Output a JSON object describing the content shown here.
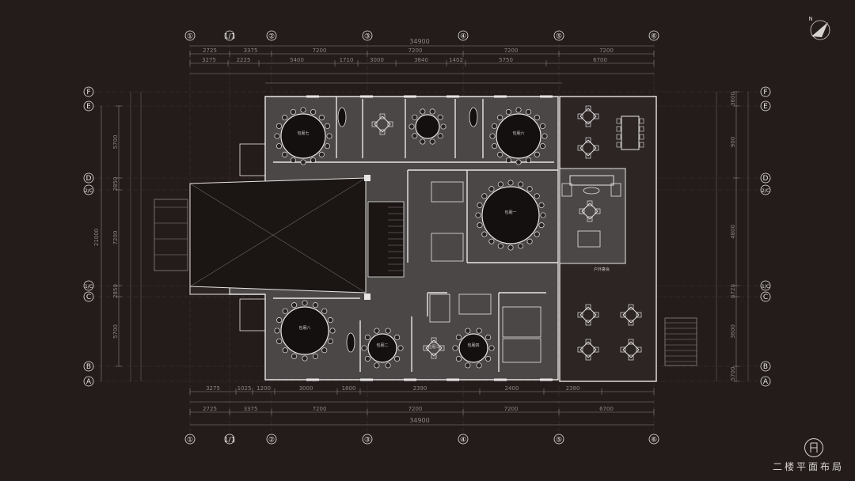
{
  "overall_dimension": "34900",
  "column_labels": [
    "①",
    "1/1",
    "②",
    "③",
    "④",
    "⑤",
    "⑥"
  ],
  "row_labels": [
    "F",
    "E",
    "D",
    "2/C",
    "1/C",
    "C",
    "B",
    "A"
  ],
  "top_dims_row1": [
    "2725",
    "3375",
    "7200",
    "7200",
    "7200",
    "7200"
  ],
  "top_dims_row2": [
    "3275",
    "2225",
    "5400",
    "1710",
    "3000",
    "3840",
    "1402",
    "5750",
    "6700"
  ],
  "bottom_dims_row1": [
    "3275",
    "1025",
    "1200",
    "3000",
    "1800",
    "2390",
    "2400",
    "2380"
  ],
  "bottom_dims_row2": [
    "2725",
    "3375",
    "7200",
    "7200",
    "7200",
    "6700"
  ],
  "left_dims": [
    "5700",
    "2850",
    "7200",
    "2850",
    "5700"
  ],
  "left_total": "21000",
  "right_dims": [
    "3600",
    "900",
    "4800",
    "6720",
    "3600",
    "5700"
  ],
  "room_labels": [
    "包厢七",
    "包厢八",
    "包厢六",
    "包厢一",
    "包厢二",
    "包厢三",
    "包厢四",
    "户外宴会"
  ],
  "caption": "二楼平面布局",
  "colors": {
    "background": "#241c1b",
    "room_fill": "#4a4746",
    "line": "#e8e6e5",
    "dim": "#8a8483"
  }
}
